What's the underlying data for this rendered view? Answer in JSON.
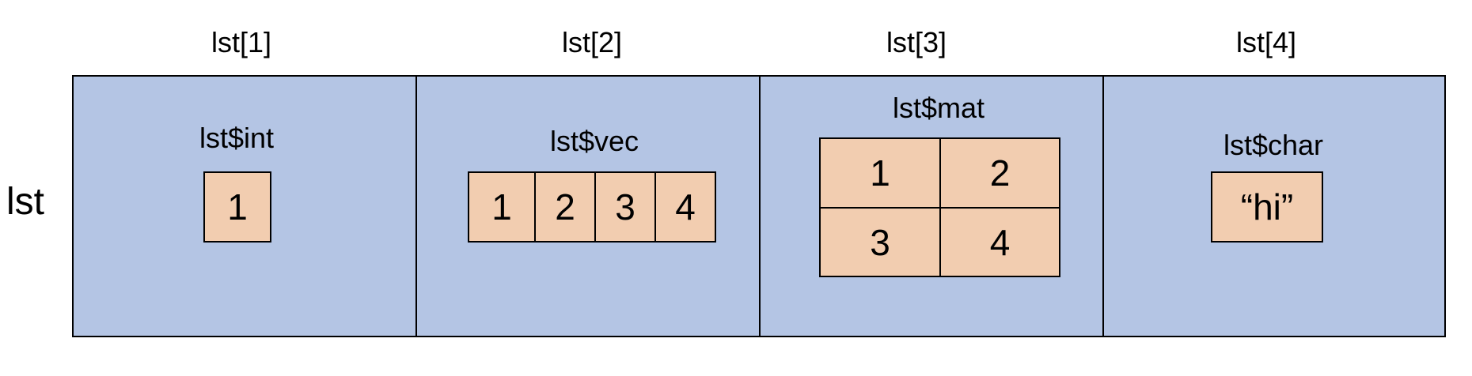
{
  "root": {
    "label": "lst"
  },
  "indices": [
    "lst[1]",
    "lst[2]",
    "lst[3]",
    "lst[4]"
  ],
  "elements": {
    "int": {
      "name": "lst$int",
      "values": [
        "1"
      ]
    },
    "vec": {
      "name": "lst$vec",
      "values": [
        "1",
        "2",
        "3",
        "4"
      ]
    },
    "mat": {
      "name": "lst$mat",
      "values": [
        [
          "1",
          "2"
        ],
        [
          "3",
          "4"
        ]
      ]
    },
    "char": {
      "name": "lst$char",
      "values": [
        "“hi”"
      ]
    }
  },
  "colors": {
    "container_fill": "#b4c5e4",
    "cell_fill": "#f2cdb0",
    "border": "#000000"
  }
}
